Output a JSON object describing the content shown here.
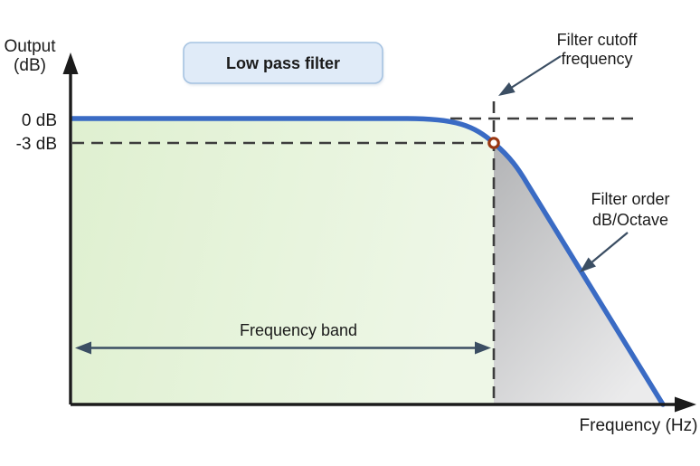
{
  "figure": {
    "title_box": {
      "label": "Low pass filter"
    },
    "y_axis": {
      "label_line1": "Output",
      "label_line2": "(dB)",
      "tick_top": "0 dB",
      "tick_bottom": "-3 dB"
    },
    "x_axis": {
      "label": "Frequency (Hz)"
    },
    "annotations": {
      "cutoff_line1": "Filter cutoff",
      "cutoff_line2": "frequency",
      "order_line1": "Filter order",
      "order_line2": "dB/Octave",
      "band_label": "Frequency band"
    },
    "colors": {
      "curve": "#3a6bc4",
      "passband_fill_start": "#dff0d0",
      "passband_fill_end": "#eef7e7",
      "rolloff_fill_start": "#b3b4b6",
      "rolloff_fill_end": "#ebebec",
      "dashed_line": "#3d3d3d",
      "annotation_arrow": "#3b4e63",
      "marker_ring": "#993712",
      "axis": "#1b1b1b",
      "title_box_fill": "#e0ebf8",
      "title_box_border": "#a6c3e1"
    }
  },
  "chart_data": {
    "type": "line",
    "title": "Low pass filter",
    "xlabel": "Frequency (Hz)",
    "ylabel": "Output (dB)",
    "y_tick_labels": [
      "0 dB",
      "-3 dB"
    ],
    "y_reference_levels_db": [
      0,
      -3
    ],
    "curve_description": "Response is flat at 0 dB across the frequency band (passband), passes through -3 dB at the filter cutoff frequency, then rolls off linearly at the filter order in dB/Octave until it reaches the frequency axis",
    "cutoff_point": {
      "level_db": -3,
      "x_fraction_of_axis": 0.68,
      "marker": "open circle"
    },
    "regions": [
      {
        "name": "Frequency band",
        "shading": "light green",
        "x_fraction_range": [
          0,
          0.68
        ]
      },
      {
        "name": "Roll-off",
        "shading": "gray",
        "x_fraction_range": [
          0.68,
          0.95
        ]
      }
    ],
    "annotations": [
      "Filter cutoff frequency",
      "Filter order dB/Octave",
      "Frequency band"
    ],
    "legend": "none",
    "grid": "off"
  }
}
